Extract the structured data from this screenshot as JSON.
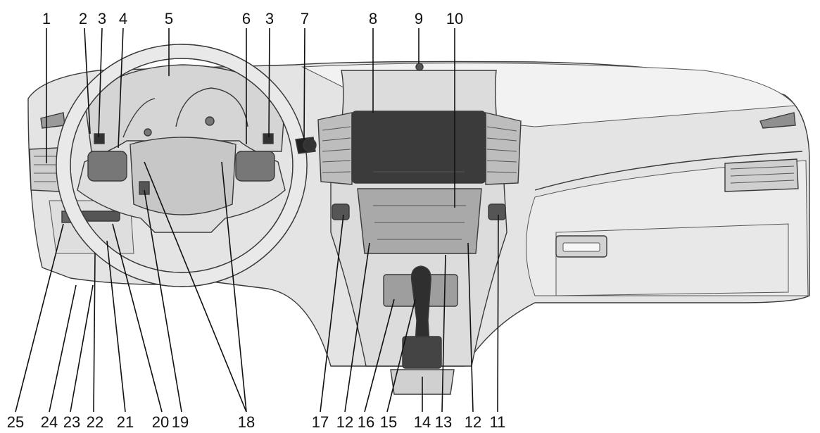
{
  "callouts": {
    "c1": "1",
    "c2": "2",
    "c3a": "3",
    "c4": "4",
    "c5": "5",
    "c6": "6",
    "c3b": "3",
    "c7": "7",
    "c8": "8",
    "c9": "9",
    "c10": "10",
    "c25": "25",
    "c24": "24",
    "c23": "23",
    "c22": "22",
    "c21": "21",
    "c20": "20",
    "c19": "19",
    "c18": "18",
    "c17": "17",
    "c12a": "12",
    "c16": "16",
    "c15": "15",
    "c14": "14",
    "c13": "13",
    "c12b": "12",
    "c11": "11"
  },
  "colors": {
    "panel": "#e3e3e3",
    "panel_light": "#f0f0f0",
    "panel_dark": "#b9b9b9",
    "screen": "#3b3b3b",
    "ink": "#111111"
  }
}
